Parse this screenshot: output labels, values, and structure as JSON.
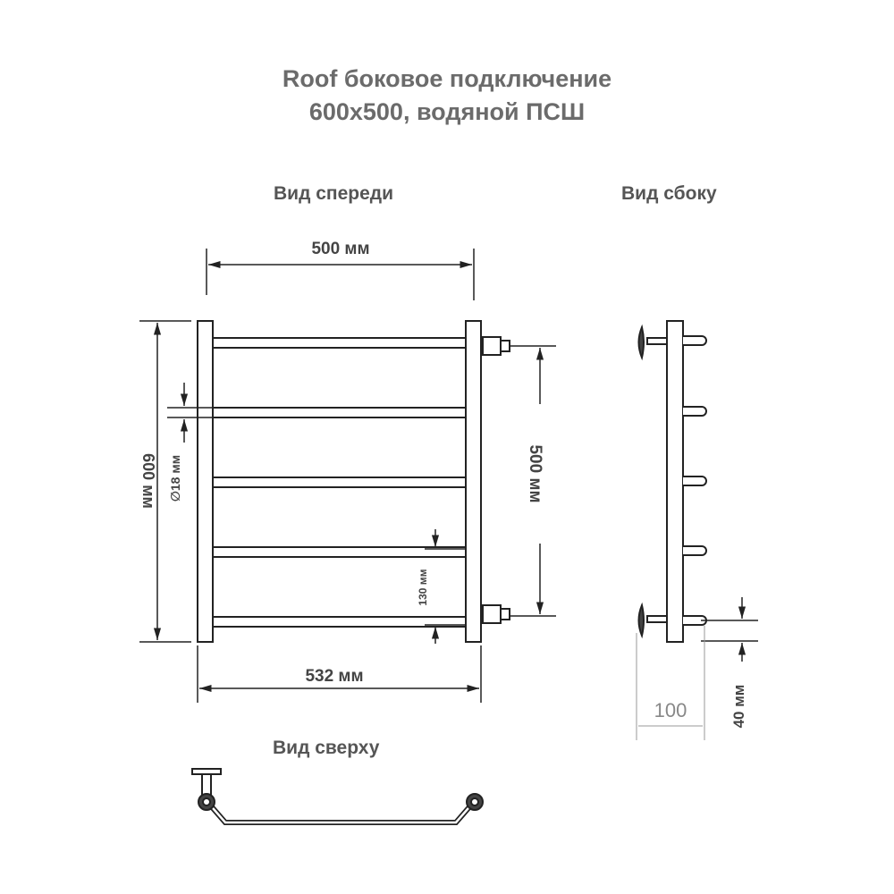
{
  "title": {
    "line1": "Roof боковое подключение",
    "line2": "600х500, водяной ПСШ"
  },
  "views": {
    "front": "Вид спереди",
    "side": "Вид сбоку",
    "top": "Вид сверху"
  },
  "dimensions": {
    "width_top": "500 мм",
    "height": "600 мм",
    "pipe_diameter": "∅18 мм",
    "connection_distance": "500 мм",
    "bar_spacing": "130 мм",
    "overall_width": "532 мм",
    "wall_offset": "100",
    "connection_offset": "40 мм"
  },
  "colors": {
    "line": "#222222",
    "text": "#444444",
    "light_line": "#999999"
  }
}
